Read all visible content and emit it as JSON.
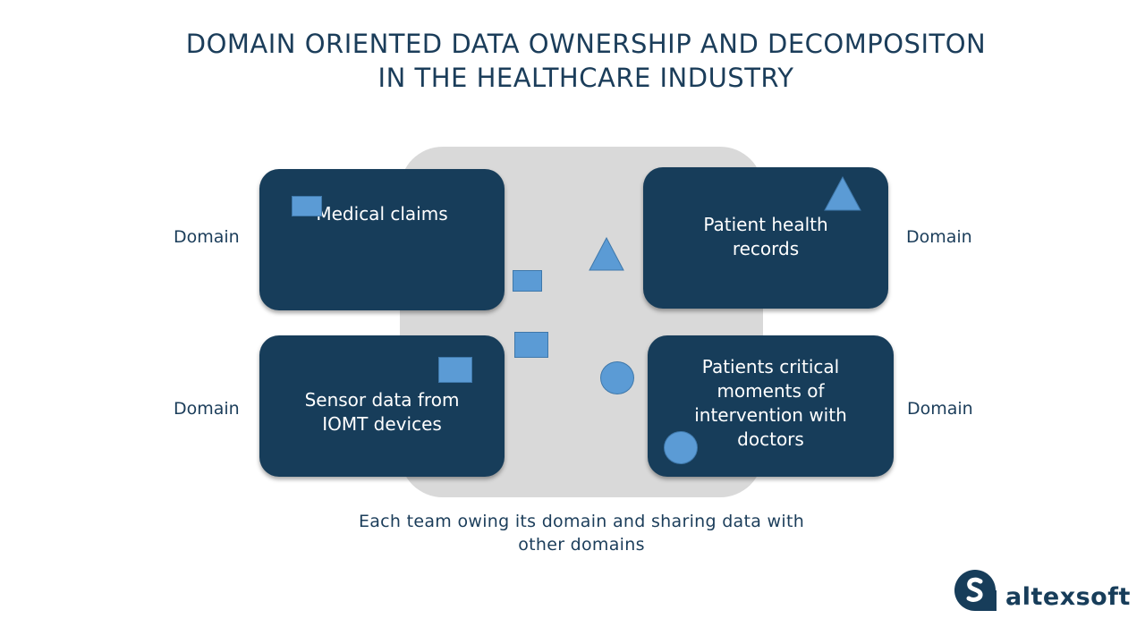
{
  "title": {
    "line1": "DOMAIN ORIENTED DATA OWNERSHIP AND DECOMPOSITON",
    "line2": "IN THE HEALTHCARE INDUSTRY"
  },
  "domains": [
    {
      "side_label": "Domain",
      "lines": [
        "Medical claims"
      ],
      "shape": "rectangle"
    },
    {
      "side_label": "Domain",
      "lines": [
        "Patient health",
        "records"
      ],
      "shape": "triangle"
    },
    {
      "side_label": "Domain",
      "lines": [
        "Sensor data from",
        "IOMT devices"
      ],
      "shape": "rectangle"
    },
    {
      "side_label": "Domain",
      "lines": [
        "Patients critical",
        "moments of",
        "intervention with",
        "doctors"
      ],
      "shape": "circle"
    }
  ],
  "caption": {
    "line1": "Each team owing its domain and sharing data with",
    "line2": "other domains"
  },
  "brand": {
    "name": "altexsoft"
  },
  "colors": {
    "domain_box": "#173d5a",
    "hub": "#d9d9d9",
    "shape_fill": "#5b9bd5",
    "text": "#1b3d5a"
  }
}
